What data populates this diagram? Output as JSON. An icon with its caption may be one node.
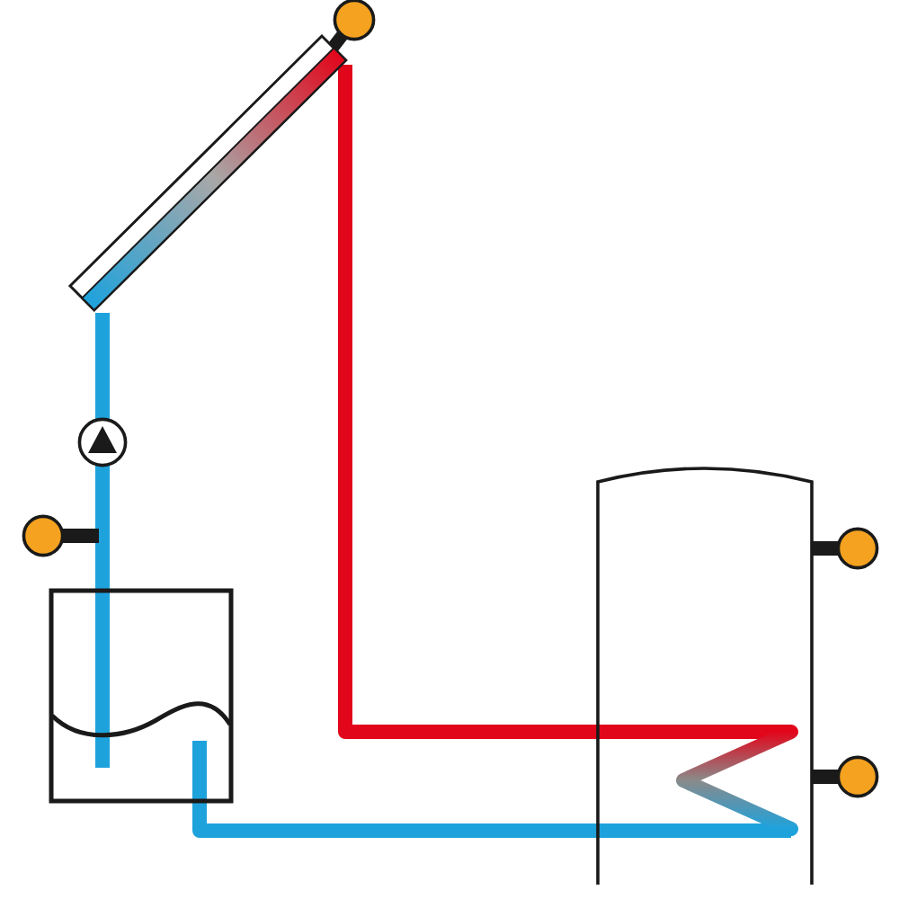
{
  "diagram": {
    "nodes": [
      {
        "text": [],
        "shape": "box"
      },
      {
        "text": [],
        "shape": "circle"
      },
      {
        "text": [],
        "shape": "circle"
      },
      {
        "text": [],
        "shape": "circle"
      },
      {
        "text": [],
        "shape": "box"
      },
      {
        "text": [],
        "shape": "cylinder"
      },
      {
        "text": [],
        "shape": "zigzag",
        "in": 5
      },
      {
        "text": [],
        "shape": "circle"
      },
      {
        "text": [],
        "shape": "circle"
      }
    ],
    "edges": [
      {
        "from": 1,
        "to": 0,
        "arrow": "none"
      },
      {
        "from": 0,
        "to": 2,
        "arrow": "none",
        "color": "#1ea2dc"
      },
      {
        "from": 2,
        "to": 4,
        "arrow": "none",
        "color": "#1ea2dc"
      },
      {
        "from": 3,
        "to": null,
        "arrow": "none"
      },
      {
        "from": 4,
        "to": 6,
        "arrow": "none",
        "color": "#1ea2dc"
      },
      {
        "from": 0,
        "to": 6,
        "arrow": "none",
        "color": "#e2061b"
      },
      {
        "from": 7,
        "to": 5,
        "arrow": "none"
      },
      {
        "from": 8,
        "to": 5,
        "arrow": "none"
      }
    ]
  }
}
